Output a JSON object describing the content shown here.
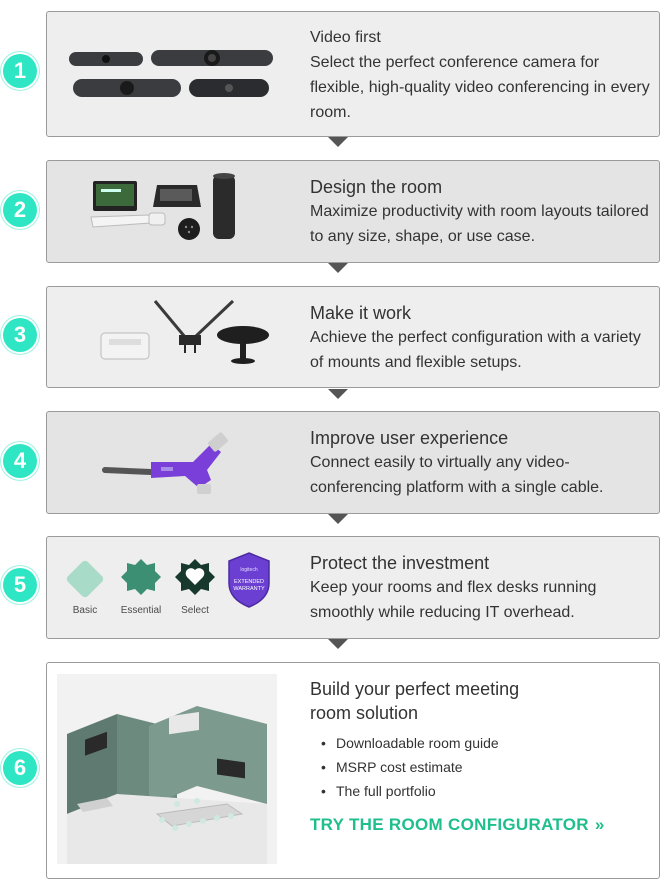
{
  "steps": [
    {
      "number": "1",
      "title": "Video first",
      "description": "Select the perfect conference camera for flexible, high-quality video conferencing in every room."
    },
    {
      "number": "2",
      "title": "Design the room",
      "description": "Maximize productivity with room layouts tailored to any size, shape, or use case."
    },
    {
      "number": "3",
      "title": "Make it work",
      "description": "Achieve the perfect configuration with a variety of mounts and flexible setups."
    },
    {
      "number": "4",
      "title": "Improve user experience",
      "description": "Connect easily to virtually any video-conferencing platform with a single cable."
    },
    {
      "number": "5",
      "title": "Protect the investment",
      "description": "Keep your rooms and flex desks running smoothly while reducing IT overhead.",
      "plans": [
        "Basic",
        "Essential",
        "Select"
      ],
      "badge": {
        "line1": "logitech",
        "line2": "EXTENDED",
        "line3": "WARRANTY"
      }
    },
    {
      "number": "6",
      "title": "Build your perfect meeting room solution",
      "bullets": [
        "Downloadable room guide",
        "MSRP cost estimate",
        "The full portfolio"
      ],
      "cta": "TRY THE ROOM CONFIGURATOR",
      "cta_arrow": "»"
    }
  ],
  "colors": {
    "number_badge": "#2ee6c4",
    "cta": "#1fbf8c",
    "card_border": "#9a9a9a",
    "badge_purple": "#6b3fd1"
  }
}
